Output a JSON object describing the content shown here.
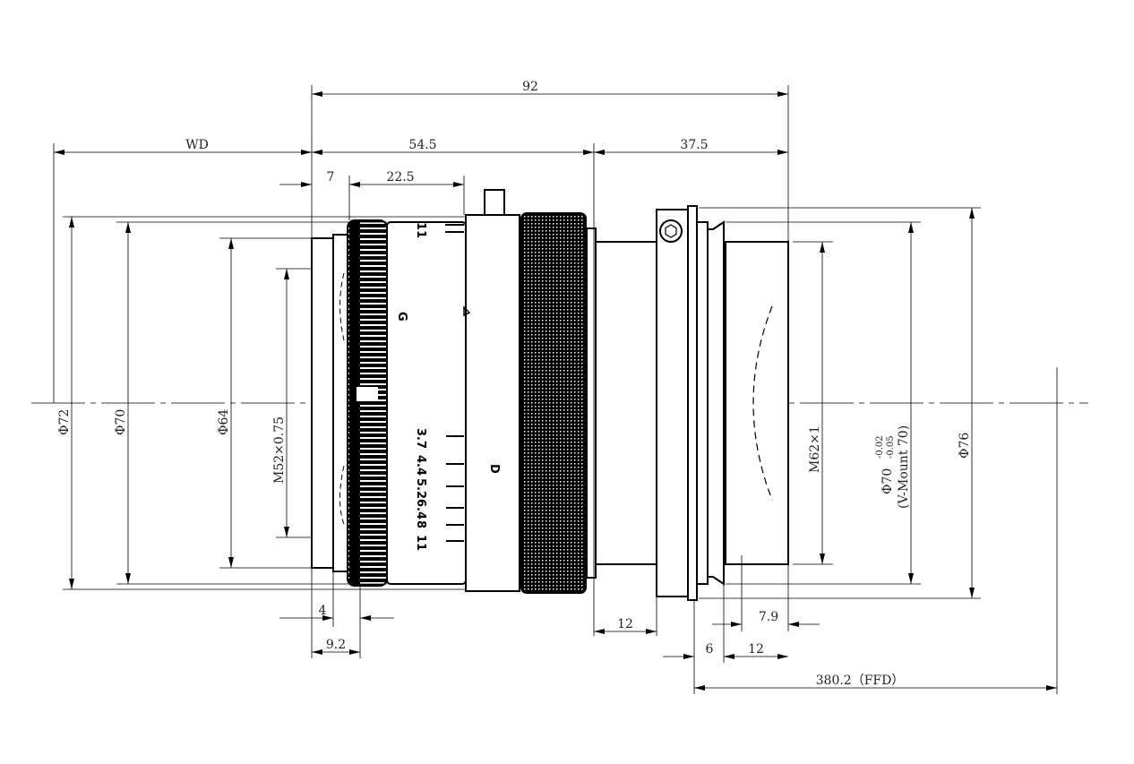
{
  "drawing": {
    "title": "Lens outline dimension drawing",
    "colors": {
      "line": "#000000",
      "background": "#ffffff"
    },
    "dimensions": {
      "overall_length": "92",
      "working_distance": "WD",
      "front_section": "54.5",
      "rear_section": "37.5",
      "front_ring": "7",
      "focus_section": "22.5",
      "dia_72": "Φ72",
      "dia_70_front": "Φ70",
      "dia_64": "Φ64",
      "filter_thread": "M52×0.75",
      "rear_thread": "M62×1",
      "mount_dia": "Φ70",
      "mount_tol_upper": "-0.02",
      "mount_tol_lower": "-0.05",
      "mount_name": "(V-Mount 70)",
      "dia_76": "Φ76",
      "dim_4": "4",
      "dim_9_2": "9.2",
      "dim_12_a": "12",
      "dim_7_9": "7.9",
      "dim_6": "6",
      "dim_12_b": "12",
      "ffd": "380.2（FFD）"
    },
    "aperture_scale": [
      "3.7",
      "4.4",
      "5.2",
      "6.4",
      "8",
      "11"
    ],
    "ring_marks": {
      "top": "11",
      "focus": "G",
      "iris": "D"
    }
  }
}
